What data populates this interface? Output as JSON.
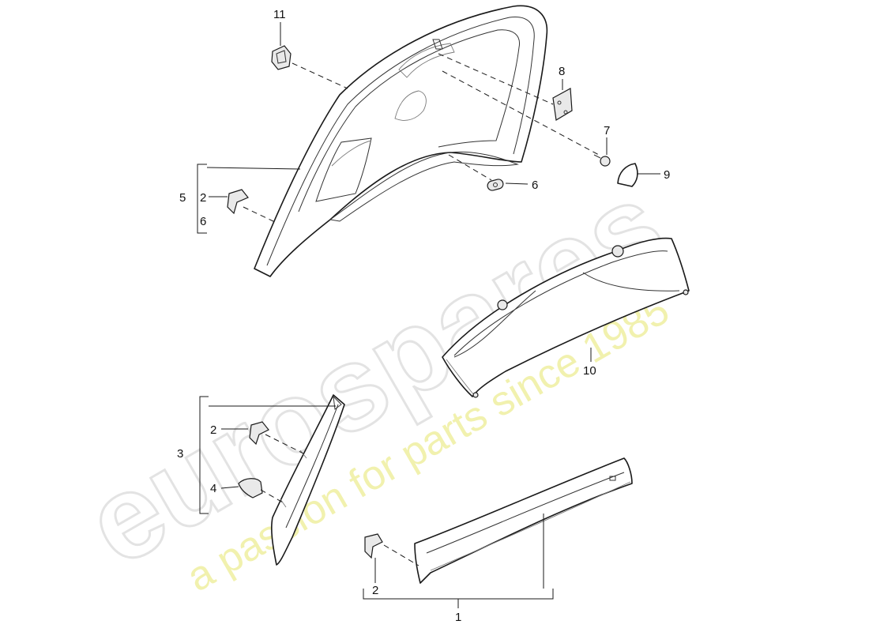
{
  "watermark": {
    "logo_text": "eurospares",
    "tagline": "a passion for parts since 1985",
    "logo_color": "#dadada",
    "tagline_color": "#eeee9a"
  },
  "callouts": {
    "c1": "1",
    "c2_top": "2",
    "c2_mid": "2",
    "c2_bottom": "2",
    "c3": "3",
    "c4": "4",
    "c5": "5",
    "c6_left": "6",
    "c6_right": "6",
    "c7": "7",
    "c8": "8",
    "c9": "9",
    "c10": "10",
    "c11": "11"
  },
  "colors": {
    "line": "#1a1a1a",
    "background": "#ffffff"
  }
}
